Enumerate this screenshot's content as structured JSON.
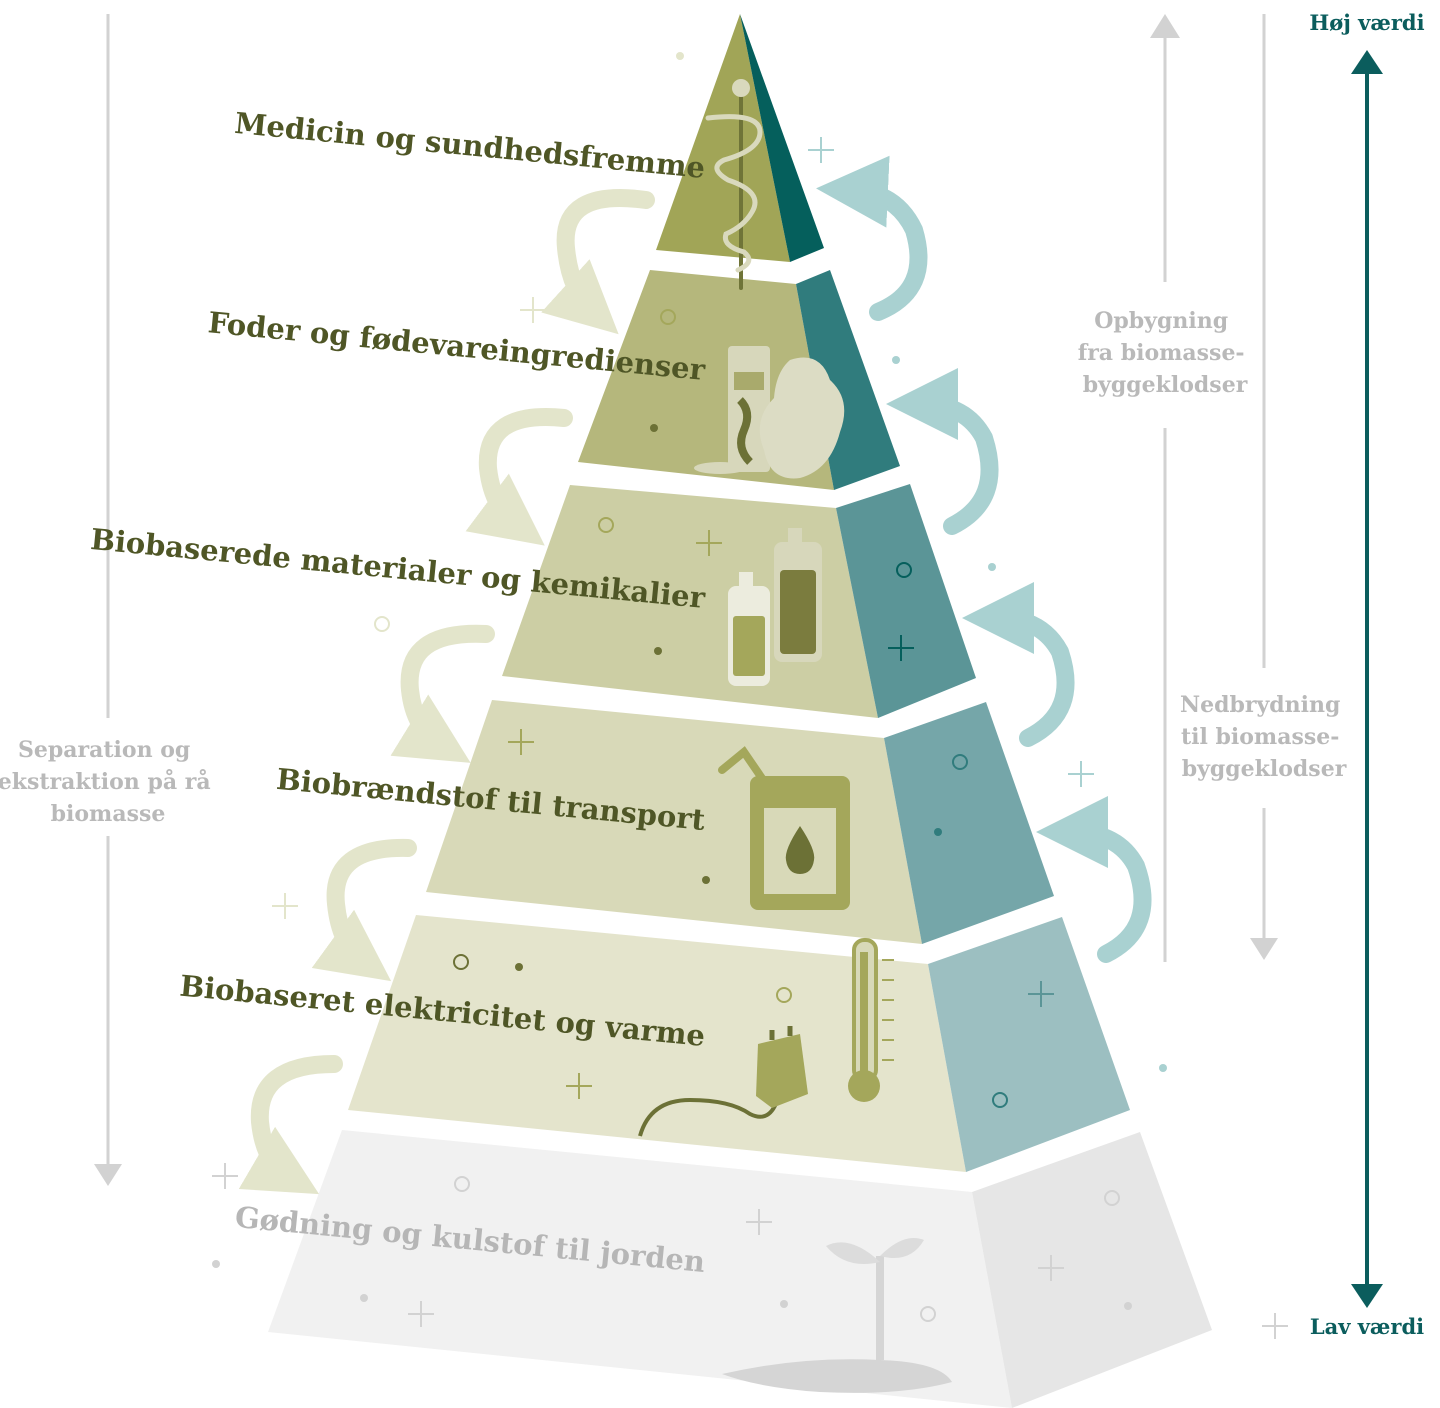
{
  "scale": {
    "top_label": "Høj værdi",
    "bottom_label": "Lav værdi",
    "color": "#0b5d5d"
  },
  "left_annotation": [
    "Separation og",
    "ekstraktion på rå",
    "biomasse"
  ],
  "right_annotation_up": [
    "Opbygning",
    "fra biomasse-",
    "byggeklodser"
  ],
  "right_annotation_down": [
    "Nedbrydning",
    "til biomasse-",
    "byggeklodser"
  ],
  "tiers": [
    {
      "label": "Medicin og sundhedsfremme",
      "icon": "caduceus-icon"
    },
    {
      "label": "Foder og fødevareingredienser",
      "icon": "food-icon"
    },
    {
      "label": "Biobaserede materialer og kemikalier",
      "icon": "bottles-icon"
    },
    {
      "label": "Biobrændstof til transport",
      "icon": "fuel-can-icon"
    },
    {
      "label": "Biobaseret elektricitet og varme",
      "icon": "plug-thermometer-icon"
    },
    {
      "label": "Gødning og kulstof til jorden",
      "icon": "sprout-icon"
    }
  ],
  "colors": {
    "front": [
      "#a1a557",
      "#b5b77c",
      "#cccea4",
      "#d8d9b8",
      "#e4e4cc",
      "#f1f1f1"
    ],
    "side": [
      "#055f5c",
      "#307c7d",
      "#5b9597",
      "#75a6a9",
      "#9cbfc1",
      "#e6e6e6"
    ],
    "label": "#4f5626",
    "muted": "#b9b9b9"
  }
}
